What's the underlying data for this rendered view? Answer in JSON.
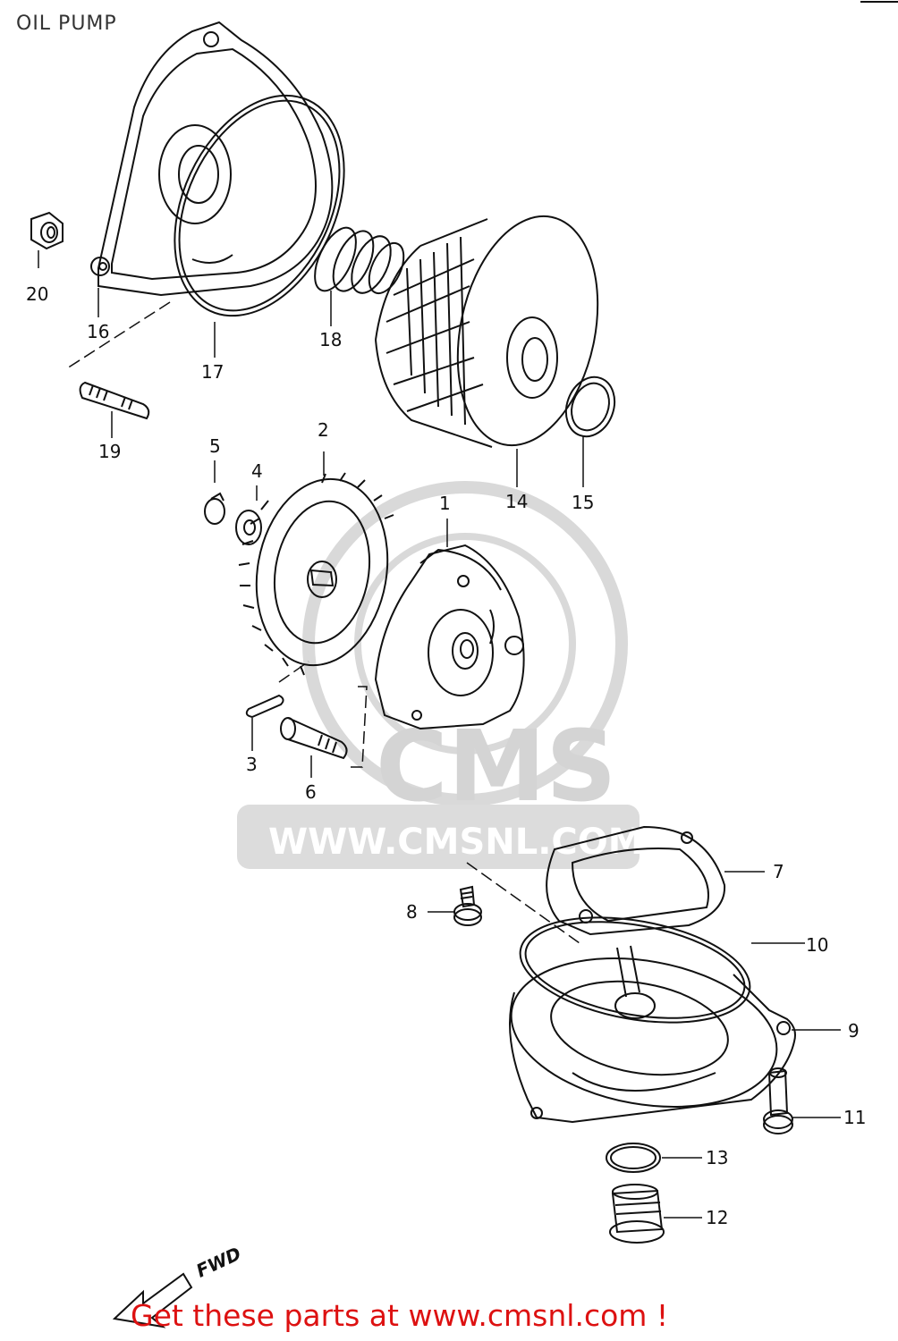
{
  "title": "OIL PUMP",
  "promo_link": "Get these parts at www.cmsnl.com !",
  "watermark": {
    "logo_text": "CMS",
    "url_text": "WWW.CMSNL.COM"
  },
  "fwd_label": "FWD",
  "parts": [
    {
      "ref": "1"
    },
    {
      "ref": "2"
    },
    {
      "ref": "3"
    },
    {
      "ref": "4"
    },
    {
      "ref": "5"
    },
    {
      "ref": "6"
    },
    {
      "ref": "7"
    },
    {
      "ref": "8"
    },
    {
      "ref": "9"
    },
    {
      "ref": "10"
    },
    {
      "ref": "11"
    },
    {
      "ref": "12"
    },
    {
      "ref": "13"
    },
    {
      "ref": "14"
    },
    {
      "ref": "15"
    },
    {
      "ref": "16"
    },
    {
      "ref": "17"
    },
    {
      "ref": "18"
    },
    {
      "ref": "19"
    },
    {
      "ref": "20"
    }
  ],
  "colors": {
    "line": "#111111",
    "watermark": "#d9d9d9",
    "promo": "#dd1111",
    "title": "#333333"
  }
}
